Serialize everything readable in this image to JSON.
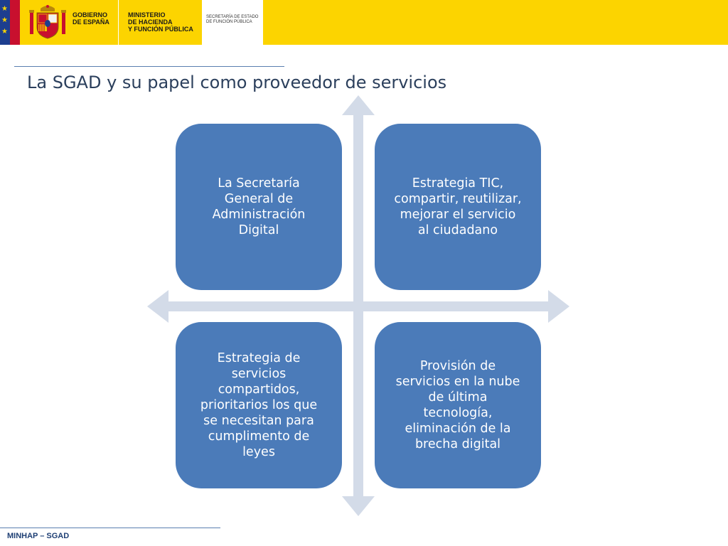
{
  "header": {
    "government_text": "GOBIERNO\nDE ESPAÑA",
    "ministry_text": "MINISTERIO\nDE HACIENDA\nY FUNCIÓN PÚBLICA",
    "secretariat_text": "SECRETARÍA DE ESTADO\nDE FUNCIÓN PÚBLICA",
    "coat_of_arms_icon": "coat-of-arms-icon",
    "eu_stars_icon": "eu-stars-icon"
  },
  "page": {
    "title": "La SGAD y su papel como proveedor de servicios"
  },
  "diagram": {
    "quadrants": [
      {
        "id": "top-left",
        "text": "La Secretaría\nGeneral de\nAdministración\nDigital"
      },
      {
        "id": "top-right",
        "text": "Estrategia TIC,\ncompartir, reutilizar,\nmejorar el servicio\nal ciudadano"
      },
      {
        "id": "bottom-left",
        "text": "Estrategia de\nservicios\ncompartidos,\nprioritarios los que\nse necesitan para\ncumplimento de\nleyes"
      },
      {
        "id": "bottom-right",
        "text": "Provisión de\nservicios en la nube\nde última\ntecnología,\neliminación de la\nbrecha digital"
      }
    ],
    "box_color": "#4b7bb9",
    "arrow_color": "#d3dbe8"
  },
  "footer": {
    "text": "MINHAP – SGAD"
  },
  "colors": {
    "header_yellow": "#fcd400",
    "eu_blue": "#1d3e8f",
    "flag_red": "#c8102e",
    "title_color": "#2b3f5c",
    "footer_color": "#1e3f74"
  }
}
